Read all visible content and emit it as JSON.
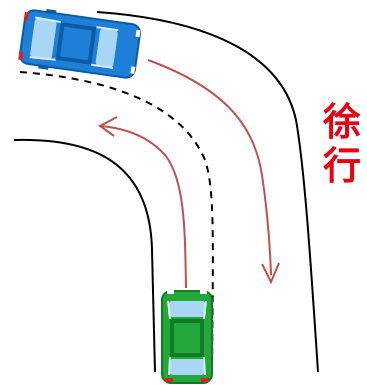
{
  "caption": {
    "line1": "徐",
    "line2": "行"
  },
  "colors": {
    "caption": "#e60012",
    "arrow": "#c0504d",
    "road_edge": "#000000",
    "car_blue": "#1e7fd6",
    "car_blue_dark": "#0b5aa8",
    "car_green": "#22a83a",
    "car_green_dark": "#137a26",
    "glass": "#a9d6f5",
    "tail_light": "#e02020"
  },
  "cars": [
    {
      "name": "blue-car",
      "color": "car_blue"
    },
    {
      "name": "green-car",
      "color": "car_green"
    }
  ]
}
